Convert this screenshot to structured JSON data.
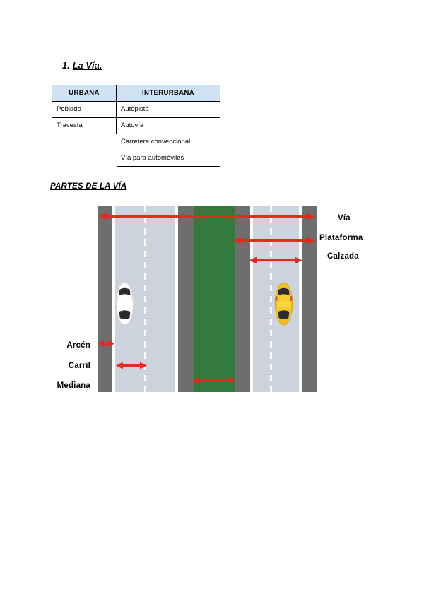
{
  "document": {
    "section": {
      "number": "1.",
      "title": "La Vía."
    },
    "table": {
      "headers": [
        "URBANA",
        "INTERURBANA"
      ],
      "header_bg": "#cfe2f3",
      "rows": [
        [
          "Poblado",
          "Autopista"
        ],
        [
          "Travesía",
          "Autovía"
        ],
        [
          "",
          "Carretera convencional"
        ],
        [
          "",
          "Vía para automóviles"
        ]
      ]
    },
    "diagram_heading": "PARTES DE LA VÍA",
    "diagram": {
      "labels_right": [
        {
          "text": "Vía"
        },
        {
          "text": "Plataforma"
        },
        {
          "text": "Calzada"
        }
      ],
      "labels_left": [
        {
          "text": "Arcén"
        },
        {
          "text": "Carril"
        },
        {
          "text": "Mediana"
        }
      ],
      "colors": {
        "shoulder": "#6e6e6e",
        "carriageway": "#ccd3dd",
        "median": "#357a3d",
        "line_marking": "#ffffff",
        "arrow": "#e02b20"
      },
      "cars": [
        {
          "name": "white-car",
          "body": "#fdfdfd",
          "glass": "#2b2b2b"
        },
        {
          "name": "yellow-car",
          "body": "#f4c01e",
          "glass": "#2b2b2b"
        }
      ]
    }
  }
}
